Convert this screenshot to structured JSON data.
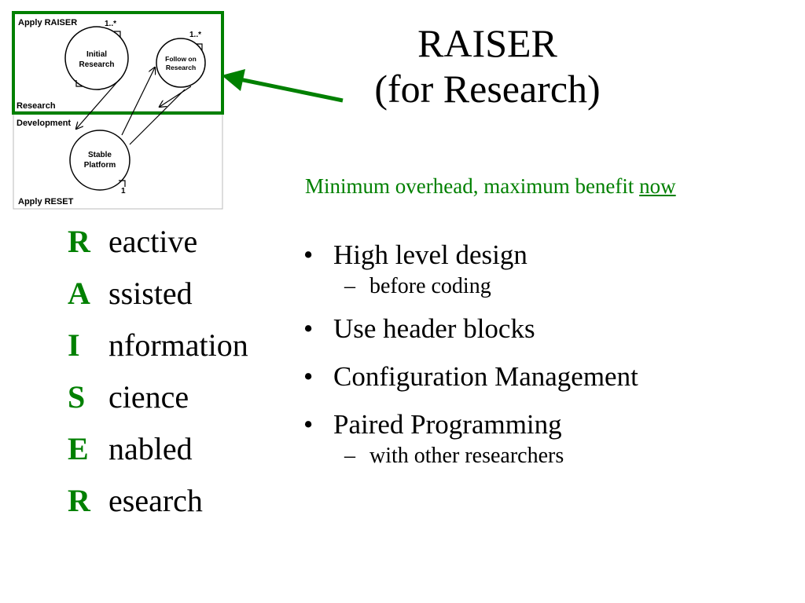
{
  "title": {
    "line1": "RAISER",
    "line2": "(for Research)"
  },
  "tagline": {
    "text": "Minimum overhead, maximum benefit",
    "emphasis": "now",
    "color": "#008000"
  },
  "diagram": {
    "border_color": "#008000",
    "labels": {
      "apply_raiser": "Apply RAISER",
      "research": "Research",
      "development": "Development",
      "apply_reset": "Apply RESET"
    },
    "nodes": {
      "initial": [
        "Initial",
        "Research"
      ],
      "follow": [
        "Follow on",
        "Research"
      ],
      "stable": [
        "Stable",
        "Platform"
      ]
    },
    "multiplicities": {
      "initial": "1..*",
      "follow": "1..*",
      "stable": "1"
    }
  },
  "acronym": [
    {
      "letter": "R",
      "rest": "eactive"
    },
    {
      "letter": "A",
      "rest": "ssisted"
    },
    {
      "letter": "I",
      "rest": "nformation"
    },
    {
      "letter": "S",
      "rest": "cience"
    },
    {
      "letter": "E",
      "rest": "nabled"
    },
    {
      "letter": "R",
      "rest": "esearch"
    }
  ],
  "bullets": [
    {
      "text": "High level design",
      "sub": [
        "before coding"
      ]
    },
    {
      "text": "Use header blocks",
      "sub": []
    },
    {
      "text": "Configuration Management",
      "sub": []
    },
    {
      "text": "Paired Programming",
      "sub": [
        "with other researchers"
      ]
    }
  ],
  "markers": {
    "bullet": "•",
    "dash": "–"
  }
}
